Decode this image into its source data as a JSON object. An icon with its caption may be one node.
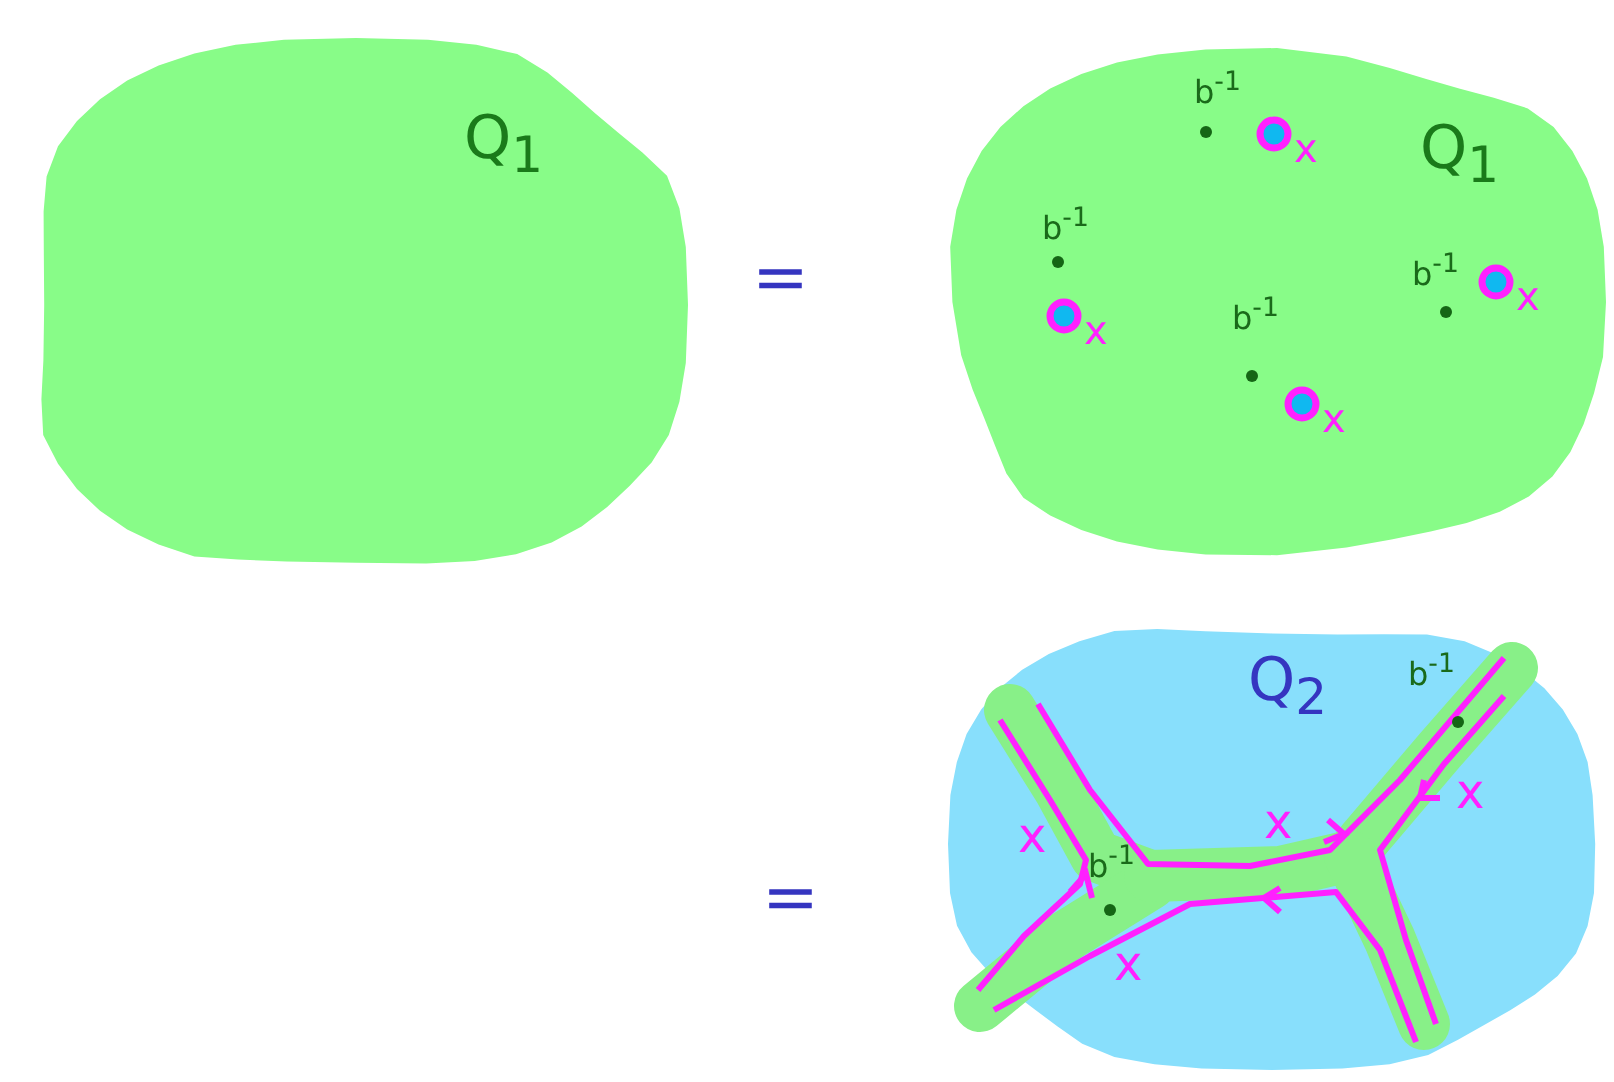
{
  "diagram": {
    "nodes": [
      {
        "text": [
          "Q$_{1}$"
        ]
      },
      {
        "text": [
          "b$^{-1}$",
          "Q$_{1}$",
          "b$^{-1}$",
          "b$^{-1}$",
          "b$^{-1}$"
        ]
      },
      {
        "text": [],
        "shape": "circle",
        "in": 1,
        "beside": [
          "x"
        ]
      },
      {
        "text": [],
        "shape": "circle",
        "in": 1,
        "beside": [
          "x"
        ]
      },
      {
        "text": [],
        "shape": "circle",
        "in": 1,
        "beside": [
          "x"
        ]
      },
      {
        "text": [],
        "shape": "circle",
        "in": 1,
        "beside": [
          "x"
        ]
      },
      {
        "text": [
          "Q$_{2}$",
          "b$^{-1}$",
          "x",
          "x",
          "x",
          "b$^{-1}$",
          "x"
        ]
      }
    ],
    "labels": [
      "=",
      "="
    ]
  }
}
